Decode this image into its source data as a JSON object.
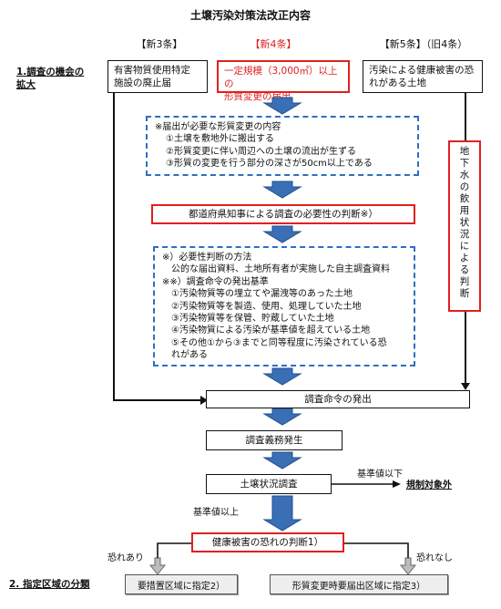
{
  "title": "土壌汚染対策法改正内容",
  "headers": {
    "art3": "【新3条】",
    "art4": "【新4条】",
    "art5": "【新5条】（旧4条）"
  },
  "side_labels": {
    "expansion_line1": "1.調査の機会の",
    "expansion_line2": "拡大",
    "designation": "2. 指定区域の分類"
  },
  "boxes": {
    "art3_line1": "有害物質使用特定",
    "art3_line2": "施設の廃止届",
    "art4_line1": "一定規模（3,000㎡）以上の",
    "art4_line2": "形質変更の届出",
    "art5_line1": "汚染による健康被害の恐",
    "art5_line2": "れがある土地",
    "prefecture_judgment": "都道府県知事による調査の必要性の判断※）",
    "survey_order": "調査命令の発出",
    "survey_duty": "調査義務発生",
    "soil_survey": "土壌状況調査",
    "health_risk_judgment": "健康被害の恐れの判断1）",
    "zone_required": "要措置区域に指定2）",
    "zone_notify": "形質変更時要届出区域に指定3）",
    "groundwater_judgment": "地下水の飲用状況による判断"
  },
  "notification_contents": {
    "heading": "※届出が必要な形質変更の内容",
    "items": [
      "①土壌を敷地外に搬出する",
      "②形質変更に伴い周辺への土壌の流出が生ずる",
      "③形質の変更を行う部分の深さが50cm以上である"
    ]
  },
  "necessity_method": {
    "lines": [
      "※）必要性判断の方法",
      "　公的な届出資料、土地所有者が実施した自主調査資料",
      "※※）調査命令の発出基準",
      "　①汚染物質等の埋立てや漏洩等のあった土地",
      "　②汚染物質等を製造、使用、処理していた土地",
      "　③汚染物質等を保管、貯蔵していた土地",
      "　④汚染物質による汚染が基準値を超えている土地",
      "　⑤その他①から③までと同等程度に汚染されている恐",
      "　れがある"
    ]
  },
  "annotations": {
    "below_standard": "基準値以下",
    "not_regulated": "規制対象外",
    "above_standard": "基準値以上",
    "risk_yes": "恐れあり",
    "risk_no": "恐れなし"
  },
  "colors": {
    "red": "#e02020",
    "dash_blue": "#2f6fbf",
    "arrow_blue": "#2b5d9c"
  }
}
